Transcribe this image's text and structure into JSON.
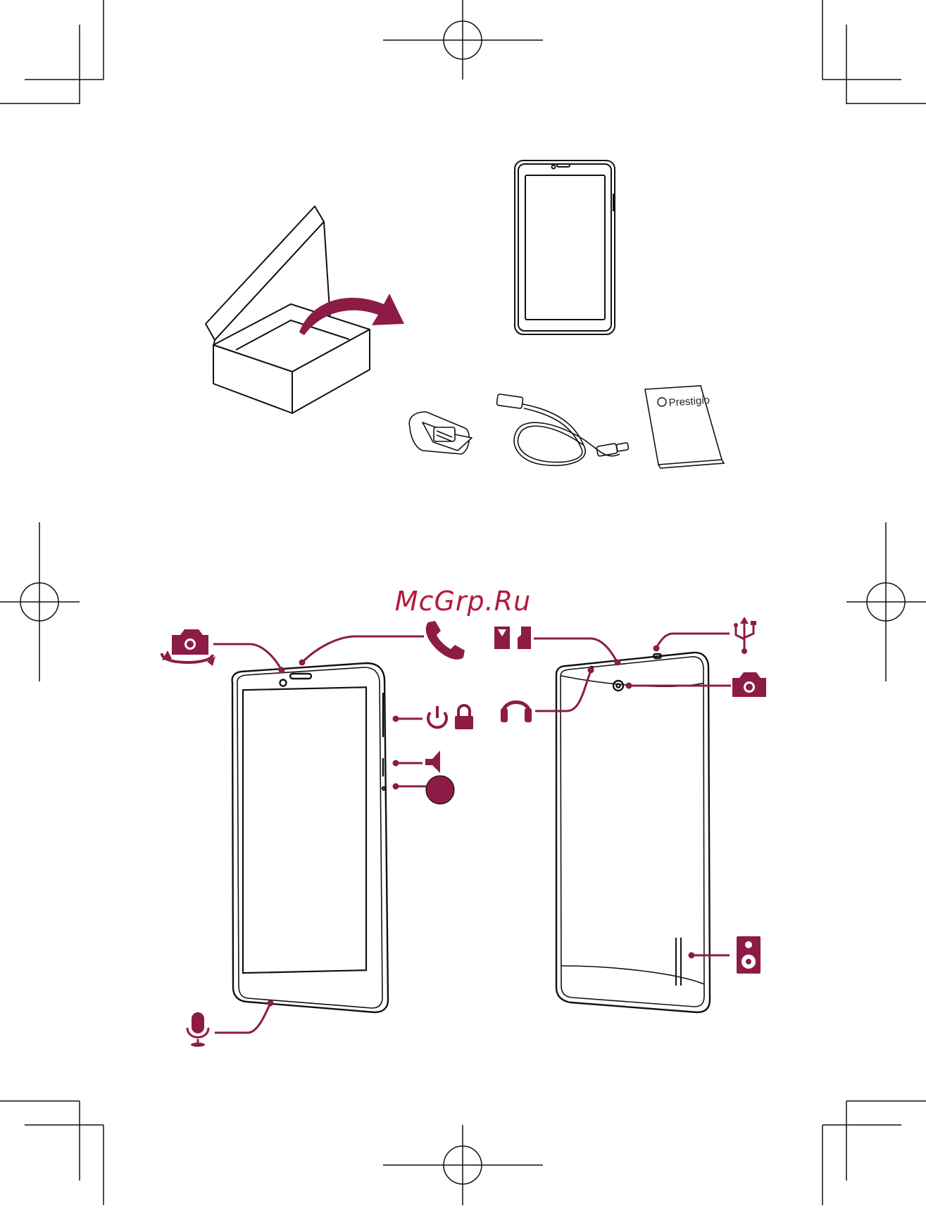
{
  "watermark": "McGrp.Ru",
  "manual_brand": "Prestigio",
  "colors": {
    "accent": "#8c1c45",
    "line": "#111111",
    "watermark": "#b4193c"
  },
  "callouts_front": [
    {
      "name": "front-camera",
      "icon": "camera-switch-icon"
    },
    {
      "name": "earpiece",
      "icon": "phone-icon"
    },
    {
      "name": "power-lock",
      "icon": "power-lock-icon"
    },
    {
      "name": "volume",
      "icon": "volume-icon"
    },
    {
      "name": "reset",
      "icon": "reset-icon"
    },
    {
      "name": "microphone",
      "icon": "microphone-icon"
    }
  ],
  "callouts_back": [
    {
      "name": "sim-sd-slot",
      "icon": "sim-sd-icon"
    },
    {
      "name": "usb-port",
      "icon": "usb-icon"
    },
    {
      "name": "headphone-jack",
      "icon": "headphones-icon"
    },
    {
      "name": "rear-camera",
      "icon": "camera-icon"
    },
    {
      "name": "speaker",
      "icon": "speaker-icon"
    }
  ]
}
